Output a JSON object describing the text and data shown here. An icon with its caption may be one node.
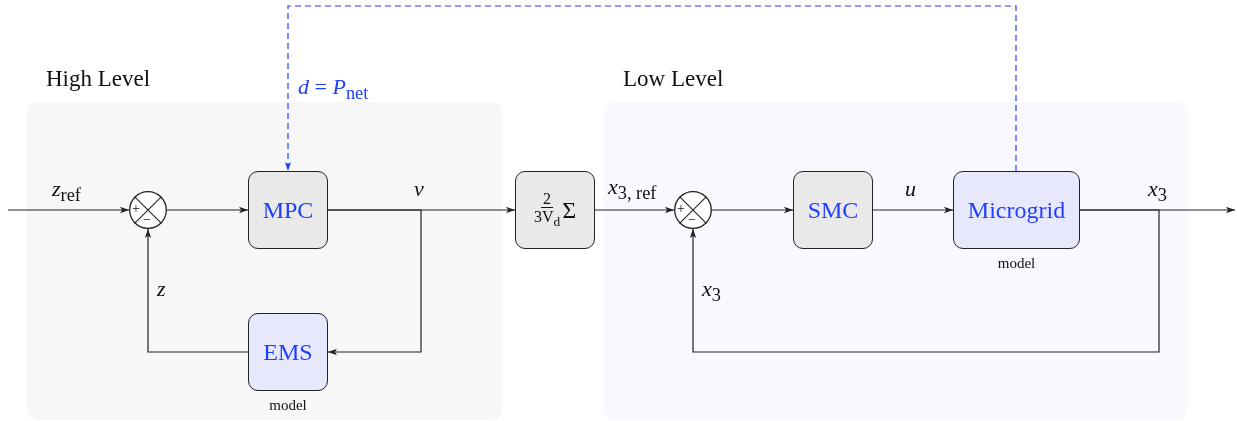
{
  "diagram": {
    "nodes": [
      {
        "text": [
          "High Level"
        ]
      },
      {
        "text": [
          "+",
          "−"
        ],
        "in": 0
      },
      {
        "text": [
          "MPC"
        ],
        "in": 0
      },
      {
        "text": [
          "EMS"
        ],
        "in": 0,
        "beside": [
          "model"
        ]
      },
      {
        "text": [
          "Low Level"
        ]
      },
      {
        "text": [
          "2",
          "3V$_{d}$",
          "Σ"
        ]
      },
      {
        "text": [
          "+",
          "−"
        ],
        "in": 4
      },
      {
        "text": [
          "SMC"
        ],
        "in": 4
      },
      {
        "text": [
          "Microgrid"
        ],
        "in": 4,
        "beside": [
          "model"
        ]
      }
    ],
    "edges": [
      {
        "from": null,
        "to": 1,
        "arrow": "to",
        "label": "*z*$_{ref}$"
      },
      {
        "from": 1,
        "to": 2,
        "arrow": "to"
      },
      {
        "from": 2,
        "to": 5,
        "arrow": "to",
        "label": "*v*"
      },
      {
        "from": 2,
        "to": 3,
        "arrow": "to"
      },
      {
        "from": 3,
        "to": 1,
        "arrow": "to",
        "label": "*z*"
      },
      {
        "from": 5,
        "to": 6,
        "arrow": "to",
        "label": "*x*$_{3, ref}$"
      },
      {
        "from": 6,
        "to": 7,
        "arrow": "to"
      },
      {
        "from": 7,
        "to": 8,
        "arrow": "to",
        "label": "*u*"
      },
      {
        "from": 8,
        "to": null,
        "arrow": "to",
        "label": "*x*$_{3}$"
      },
      {
        "from": 8,
        "to": 6,
        "arrow": "to",
        "label": "*x*$_{3}$"
      },
      {
        "from": 8,
        "to": 2,
        "arrow": "to",
        "label": "*d* = *P*$_{net}$",
        "style": "dashed",
        "color": "#1f3fff"
      }
    ]
  }
}
